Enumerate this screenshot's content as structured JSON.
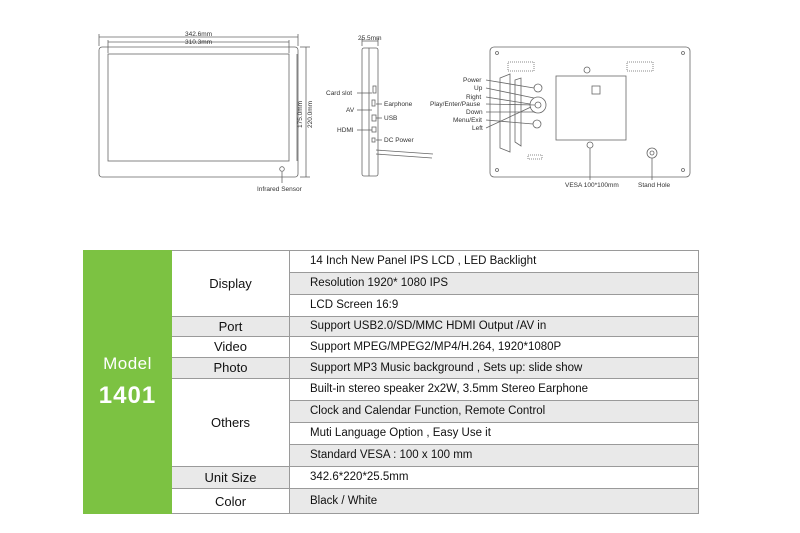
{
  "drawings": {
    "front": {
      "outer_width": "342.6mm",
      "inner_width": "310.3mm",
      "inner_height": "175.0mm",
      "outer_height": "220.0mm",
      "infrared": "Infrared Sensor"
    },
    "side": {
      "depth": "25.5mm",
      "card_slot": "Card slot",
      "av": "AV",
      "hdmi": "HDMI",
      "earphone": "Earphone",
      "usb": "USB",
      "dc_power": "DC Power"
    },
    "back": {
      "power": "Power",
      "up": "Up",
      "right": "Right",
      "play": "Play/Enter/Pause",
      "down": "Down",
      "menu": "Menu/Exit",
      "left": "Left",
      "vesa": "VESA 100*100mm",
      "stand": "Stand Hole"
    }
  },
  "spec": {
    "model_label": "Model",
    "model_number": "1401",
    "categories": {
      "display": "Display",
      "port": "Port",
      "video": "Video",
      "photo": "Photo",
      "others": "Others",
      "unit_size": "Unit Size",
      "color": "Color"
    },
    "rows": [
      "14 Inch New Panel IPS LCD , LED Backlight",
      "Resolution  1920* 1080 IPS",
      "LCD Screen 16:9",
      "Support USB2.0/SD/MMC     HDMI Output /AV in",
      "Support MPEG/MPEG2/MP4/H.264,  1920*1080P",
      "Support MP3 Music background , Sets up: slide show",
      "Built-in stereo speaker 2x2W,  3.5mm Stereo Earphone",
      "Clock and Calendar Function, Remote Control",
      "Muti Language Option , Easy Use it",
      "Standard VESA : 100 x 100 mm",
      "342.6*220*25.5mm",
      "Black / White"
    ]
  }
}
